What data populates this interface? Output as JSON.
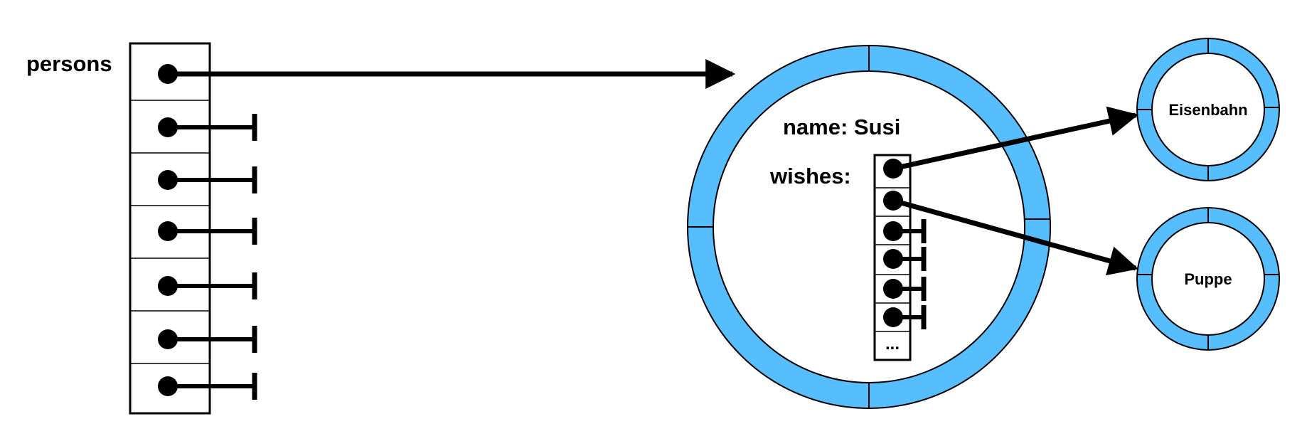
{
  "labels": {
    "persons": "persons",
    "name": "name: Susi",
    "wishes": "wishes:",
    "ellipsis": "...",
    "wish1": "Eisenbahn",
    "wish2": "Puppe"
  },
  "colors": {
    "ring_fill": "#56BEFD",
    "stroke": "#000000",
    "background": "#FFFFFF"
  },
  "persons_array": {
    "slot_count": 7,
    "slots": [
      "reference",
      "null",
      "null",
      "null",
      "null",
      "null",
      "null"
    ]
  },
  "wishes_array": {
    "slots": [
      "reference",
      "reference",
      "null",
      "null",
      "null",
      "null",
      "ellipsis"
    ]
  },
  "references": [
    {
      "from": "persons[0]",
      "to": "name: Susi"
    },
    {
      "from": "wishes[0]",
      "to": "Eisenbahn"
    },
    {
      "from": "wishes[1]",
      "to": "Puppe"
    }
  ]
}
